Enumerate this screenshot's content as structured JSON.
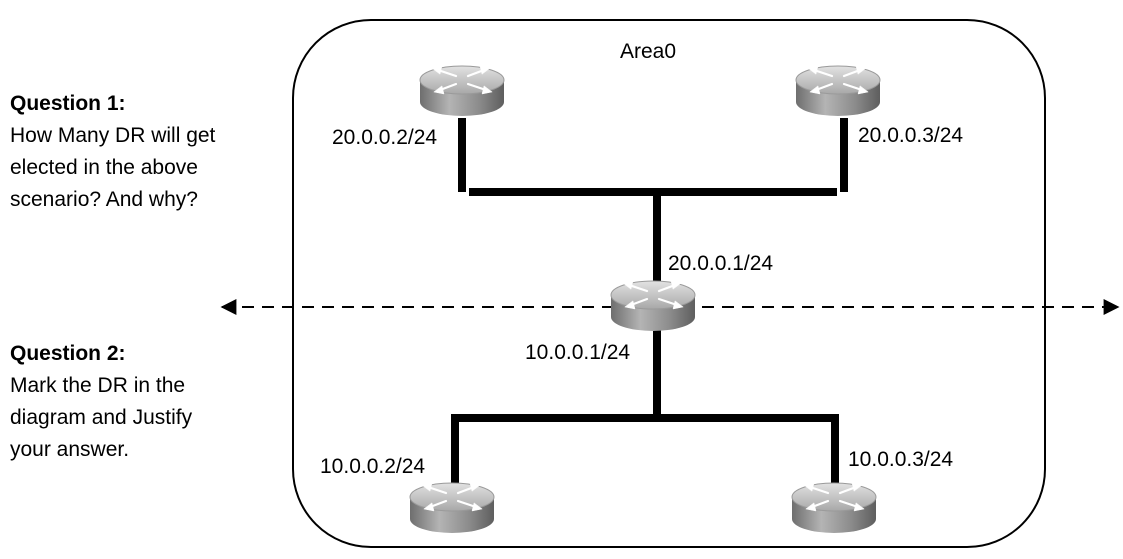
{
  "area_label": "Area0",
  "questions": [
    {
      "title": "Question 1:",
      "lines": [
        "How Many DR will get",
        "elected in the above",
        "scenario? And why?"
      ]
    },
    {
      "title": "Question 2:",
      "lines": [
        "Mark the DR in the",
        "diagram and Justify",
        "your answer."
      ]
    }
  ],
  "interfaces": {
    "top_left": "20.0.0.2/24",
    "top_right": "20.0.0.3/24",
    "center_upper": "20.0.0.1/24",
    "center_lower": "10.0.0.1/24",
    "bottom_left": "10.0.0.2/24",
    "bottom_right": "10.0.0.3/24"
  },
  "colors": {
    "line": "#000000",
    "router_body": "#8a8a8a",
    "router_top": "#c8c8c8"
  }
}
